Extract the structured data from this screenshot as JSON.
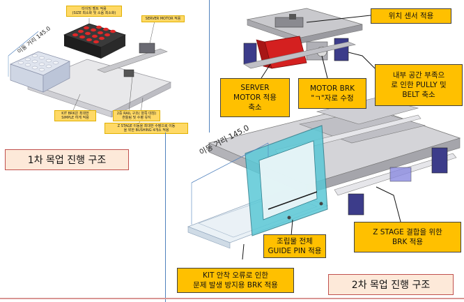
{
  "stage1": {
    "label": "1차 목업 진행 구조",
    "travel_distance": "이동 거리 145.0",
    "notes": {
      "timing_belt": "타이밍 벨트 적용\n(SIZE 최소화 및 소음 최소화)",
      "server_motor": "SERVER MOTOR 적용",
      "kit_brk": "KIT BRK은 최대한\nSIMPLE 하게 적용",
      "rail": "2중 RAIL 구조( 양쪽 대칭)\n흔들림 및 수평 유지",
      "z_stage": "Z STAGE 이동을 최대한 수평으로 이동\n을 위한 BUSHING 4개소 적용"
    }
  },
  "stage2": {
    "label": "2차 목업 진행 구조",
    "travel_distance": "이동 거리 145.0",
    "callouts": {
      "position_sensor": "위치 센서 적용",
      "inner_space": "내부 공간 부족으\n로 인한 PULLY 및\nBELT 축소",
      "server_motor": "SERVER\nMOTOR 적용\n축소",
      "motor_brk": "MOTOR BRK\n\"ㄱ\"자로 수정",
      "z_stage_brk": "Z STAGE 결합을 위한\nBRK 적용",
      "guide_pin": "조립물 전체\nGUIDE PIN 적용",
      "kit_error": "KIT 안착 오류로 인한\n문제 발생 방지용 BRK 적용"
    }
  },
  "colors": {
    "callout": "#ffc000",
    "stage_label_bg": "#fde9d9",
    "stage_label_border": "#c0504d",
    "divider": "#4f81bd",
    "motor_red": "#d42020",
    "kit_tray": "#5bc8d6"
  }
}
